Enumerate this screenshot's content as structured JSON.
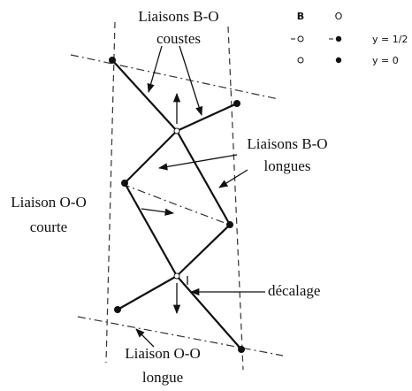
{
  "labels": {
    "bo_short_1": "Liaisons B-O",
    "bo_short_2": "coustes",
    "bo_long_1": "Liaisons B-O",
    "bo_long_2": "longues",
    "oo_short_1": "Liaison O-O",
    "oo_short_2": "courte",
    "offset": "décalage",
    "oo_long_1": "Liaison O-O",
    "oo_long_2": "longue"
  },
  "legend": {
    "col_b": "B",
    "col_o": "O",
    "row1": "y = 1/2",
    "row2": "y = 0"
  },
  "colors": {
    "ink": "#111111",
    "background": "#ffffff"
  }
}
